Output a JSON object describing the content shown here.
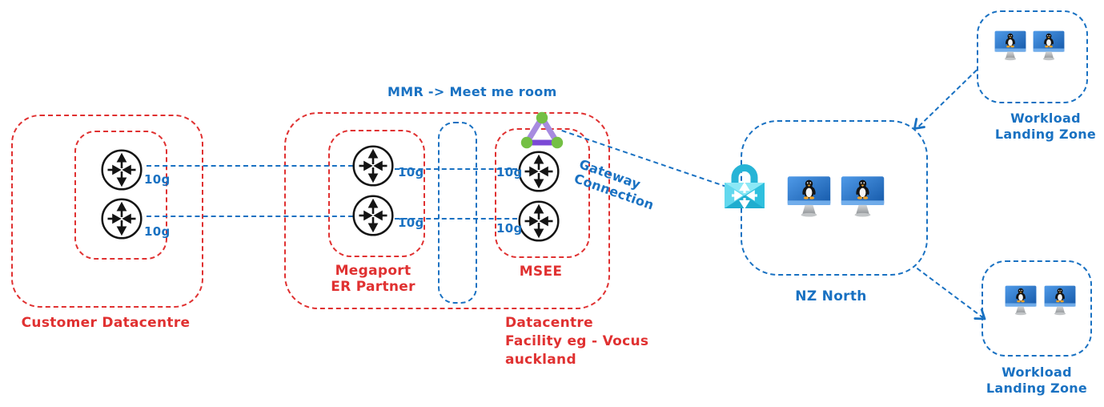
{
  "colors": {
    "accent_red": "#e03131",
    "accent_blue": "#1971c2"
  },
  "customer_datacentre": {
    "label": "Customer Datacentre",
    "routers": [
      {
        "bandwidth": "10g"
      },
      {
        "bandwidth": "10g"
      }
    ]
  },
  "datacentre_facility": {
    "label_line1": "Datacentre",
    "label_line2": "Facility eg - Vocus auckland",
    "megaport": {
      "label_line1": "Megaport",
      "label_line2": "ER Partner",
      "routers": [
        {
          "bandwidth": "10g"
        },
        {
          "bandwidth": "10g"
        }
      ]
    },
    "mmr": {
      "label": "MMR  -> Meet me room"
    },
    "msee": {
      "label": "MSEE",
      "routers": [
        {
          "bandwidth": "10g"
        },
        {
          "bandwidth": "10g"
        }
      ]
    }
  },
  "gateway_connection": {
    "label": "Gateway Connection"
  },
  "nz_north": {
    "label": "NZ North"
  },
  "workload_landing_zone_top": {
    "label_line1": "Workload",
    "label_line2": "Landing Zone"
  },
  "workload_landing_zone_bottom": {
    "label_line1": "Workload",
    "label_line2": "Landing Zone"
  }
}
